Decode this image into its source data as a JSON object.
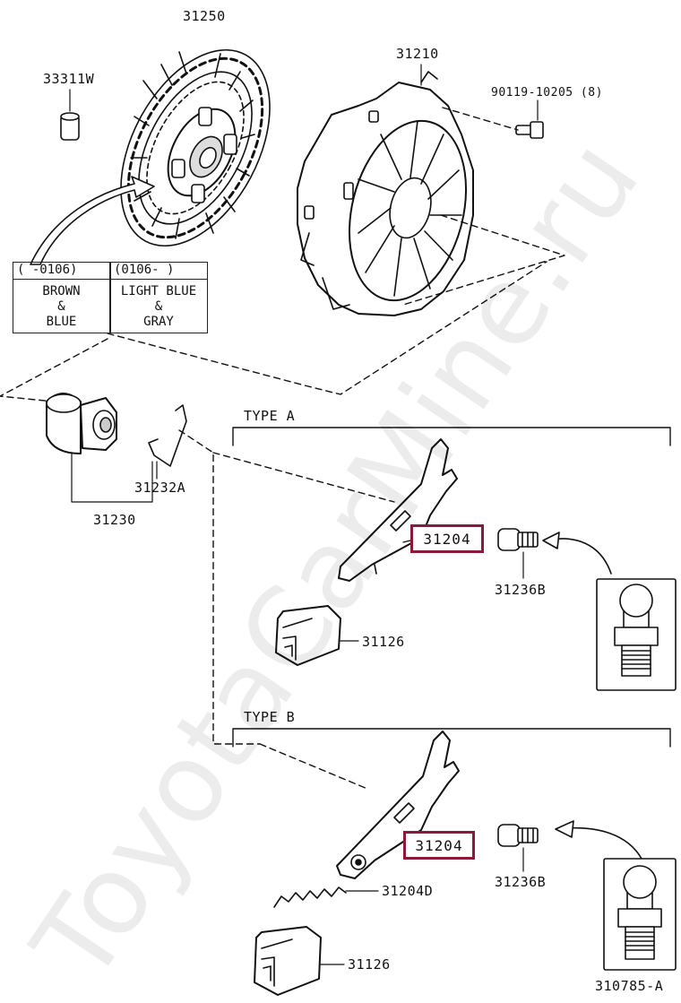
{
  "watermark": "ToyotaCarMine.ru",
  "parts": {
    "disc": "31250",
    "bolt_small": "33311W",
    "cover": "31210",
    "cover_bolt": "90119-10205",
    "cover_bolt_qty": "(8)",
    "bearing_assy": "31230",
    "clip": "31232A",
    "fork_a": "31204",
    "fork_b": "31204",
    "pivot_a": "31236B",
    "pivot_b": "31236B",
    "boot_a": "31126",
    "boot_b": "31126",
    "spring": "31204D"
  },
  "table": {
    "col1_header": "(      -0106)",
    "col2_header": "(0106-      )",
    "col1_lines": [
      "BROWN",
      "&",
      "BLUE"
    ],
    "col2_lines": [
      "LIGHT BLUE",
      "&",
      "GRAY"
    ]
  },
  "sections": {
    "type_a": "TYPE  A",
    "type_b": "TYPE  B"
  },
  "figure_id": "310785-A",
  "highlight_color": "#8b1a3a"
}
